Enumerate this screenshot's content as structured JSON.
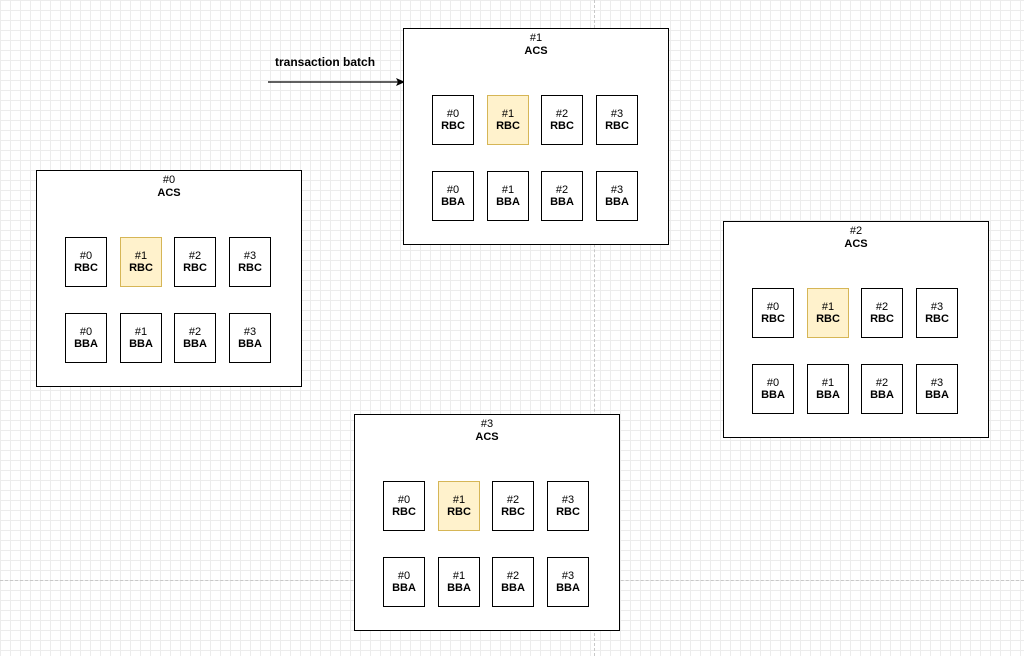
{
  "arrow": {
    "label": "transaction batch"
  },
  "acs_boxes": [
    {
      "index": "#0",
      "title": "ACS",
      "modules": [
        {
          "index": "#0",
          "name": "RBC",
          "highlight": false
        },
        {
          "index": "#1",
          "name": "RBC",
          "highlight": true
        },
        {
          "index": "#2",
          "name": "RBC",
          "highlight": false
        },
        {
          "index": "#3",
          "name": "RBC",
          "highlight": false
        },
        {
          "index": "#0",
          "name": "BBA",
          "highlight": false
        },
        {
          "index": "#1",
          "name": "BBA",
          "highlight": false
        },
        {
          "index": "#2",
          "name": "BBA",
          "highlight": false
        },
        {
          "index": "#3",
          "name": "BBA",
          "highlight": false
        }
      ]
    },
    {
      "index": "#1",
      "title": "ACS",
      "modules": [
        {
          "index": "#0",
          "name": "RBC",
          "highlight": false
        },
        {
          "index": "#1",
          "name": "RBC",
          "highlight": true
        },
        {
          "index": "#2",
          "name": "RBC",
          "highlight": false
        },
        {
          "index": "#3",
          "name": "RBC",
          "highlight": false
        },
        {
          "index": "#0",
          "name": "BBA",
          "highlight": false
        },
        {
          "index": "#1",
          "name": "BBA",
          "highlight": false
        },
        {
          "index": "#2",
          "name": "BBA",
          "highlight": false
        },
        {
          "index": "#3",
          "name": "BBA",
          "highlight": false
        }
      ]
    },
    {
      "index": "#2",
      "title": "ACS",
      "modules": [
        {
          "index": "#0",
          "name": "RBC",
          "highlight": false
        },
        {
          "index": "#1",
          "name": "RBC",
          "highlight": true
        },
        {
          "index": "#2",
          "name": "RBC",
          "highlight": false
        },
        {
          "index": "#3",
          "name": "RBC",
          "highlight": false
        },
        {
          "index": "#0",
          "name": "BBA",
          "highlight": false
        },
        {
          "index": "#1",
          "name": "BBA",
          "highlight": false
        },
        {
          "index": "#2",
          "name": "BBA",
          "highlight": false
        },
        {
          "index": "#3",
          "name": "BBA",
          "highlight": false
        }
      ]
    },
    {
      "index": "#3",
      "title": "ACS",
      "modules": [
        {
          "index": "#0",
          "name": "RBC",
          "highlight": false
        },
        {
          "index": "#1",
          "name": "RBC",
          "highlight": true
        },
        {
          "index": "#2",
          "name": "RBC",
          "highlight": false
        },
        {
          "index": "#3",
          "name": "RBC",
          "highlight": false
        },
        {
          "index": "#0",
          "name": "BBA",
          "highlight": false
        },
        {
          "index": "#1",
          "name": "BBA",
          "highlight": false
        },
        {
          "index": "#2",
          "name": "BBA",
          "highlight": false
        },
        {
          "index": "#3",
          "name": "BBA",
          "highlight": false
        }
      ]
    }
  ],
  "colors": {
    "highlight_fill": "#fff2cc",
    "highlight_stroke": "#d6b656",
    "box_stroke": "#000000",
    "grid_line": "#ececec"
  }
}
